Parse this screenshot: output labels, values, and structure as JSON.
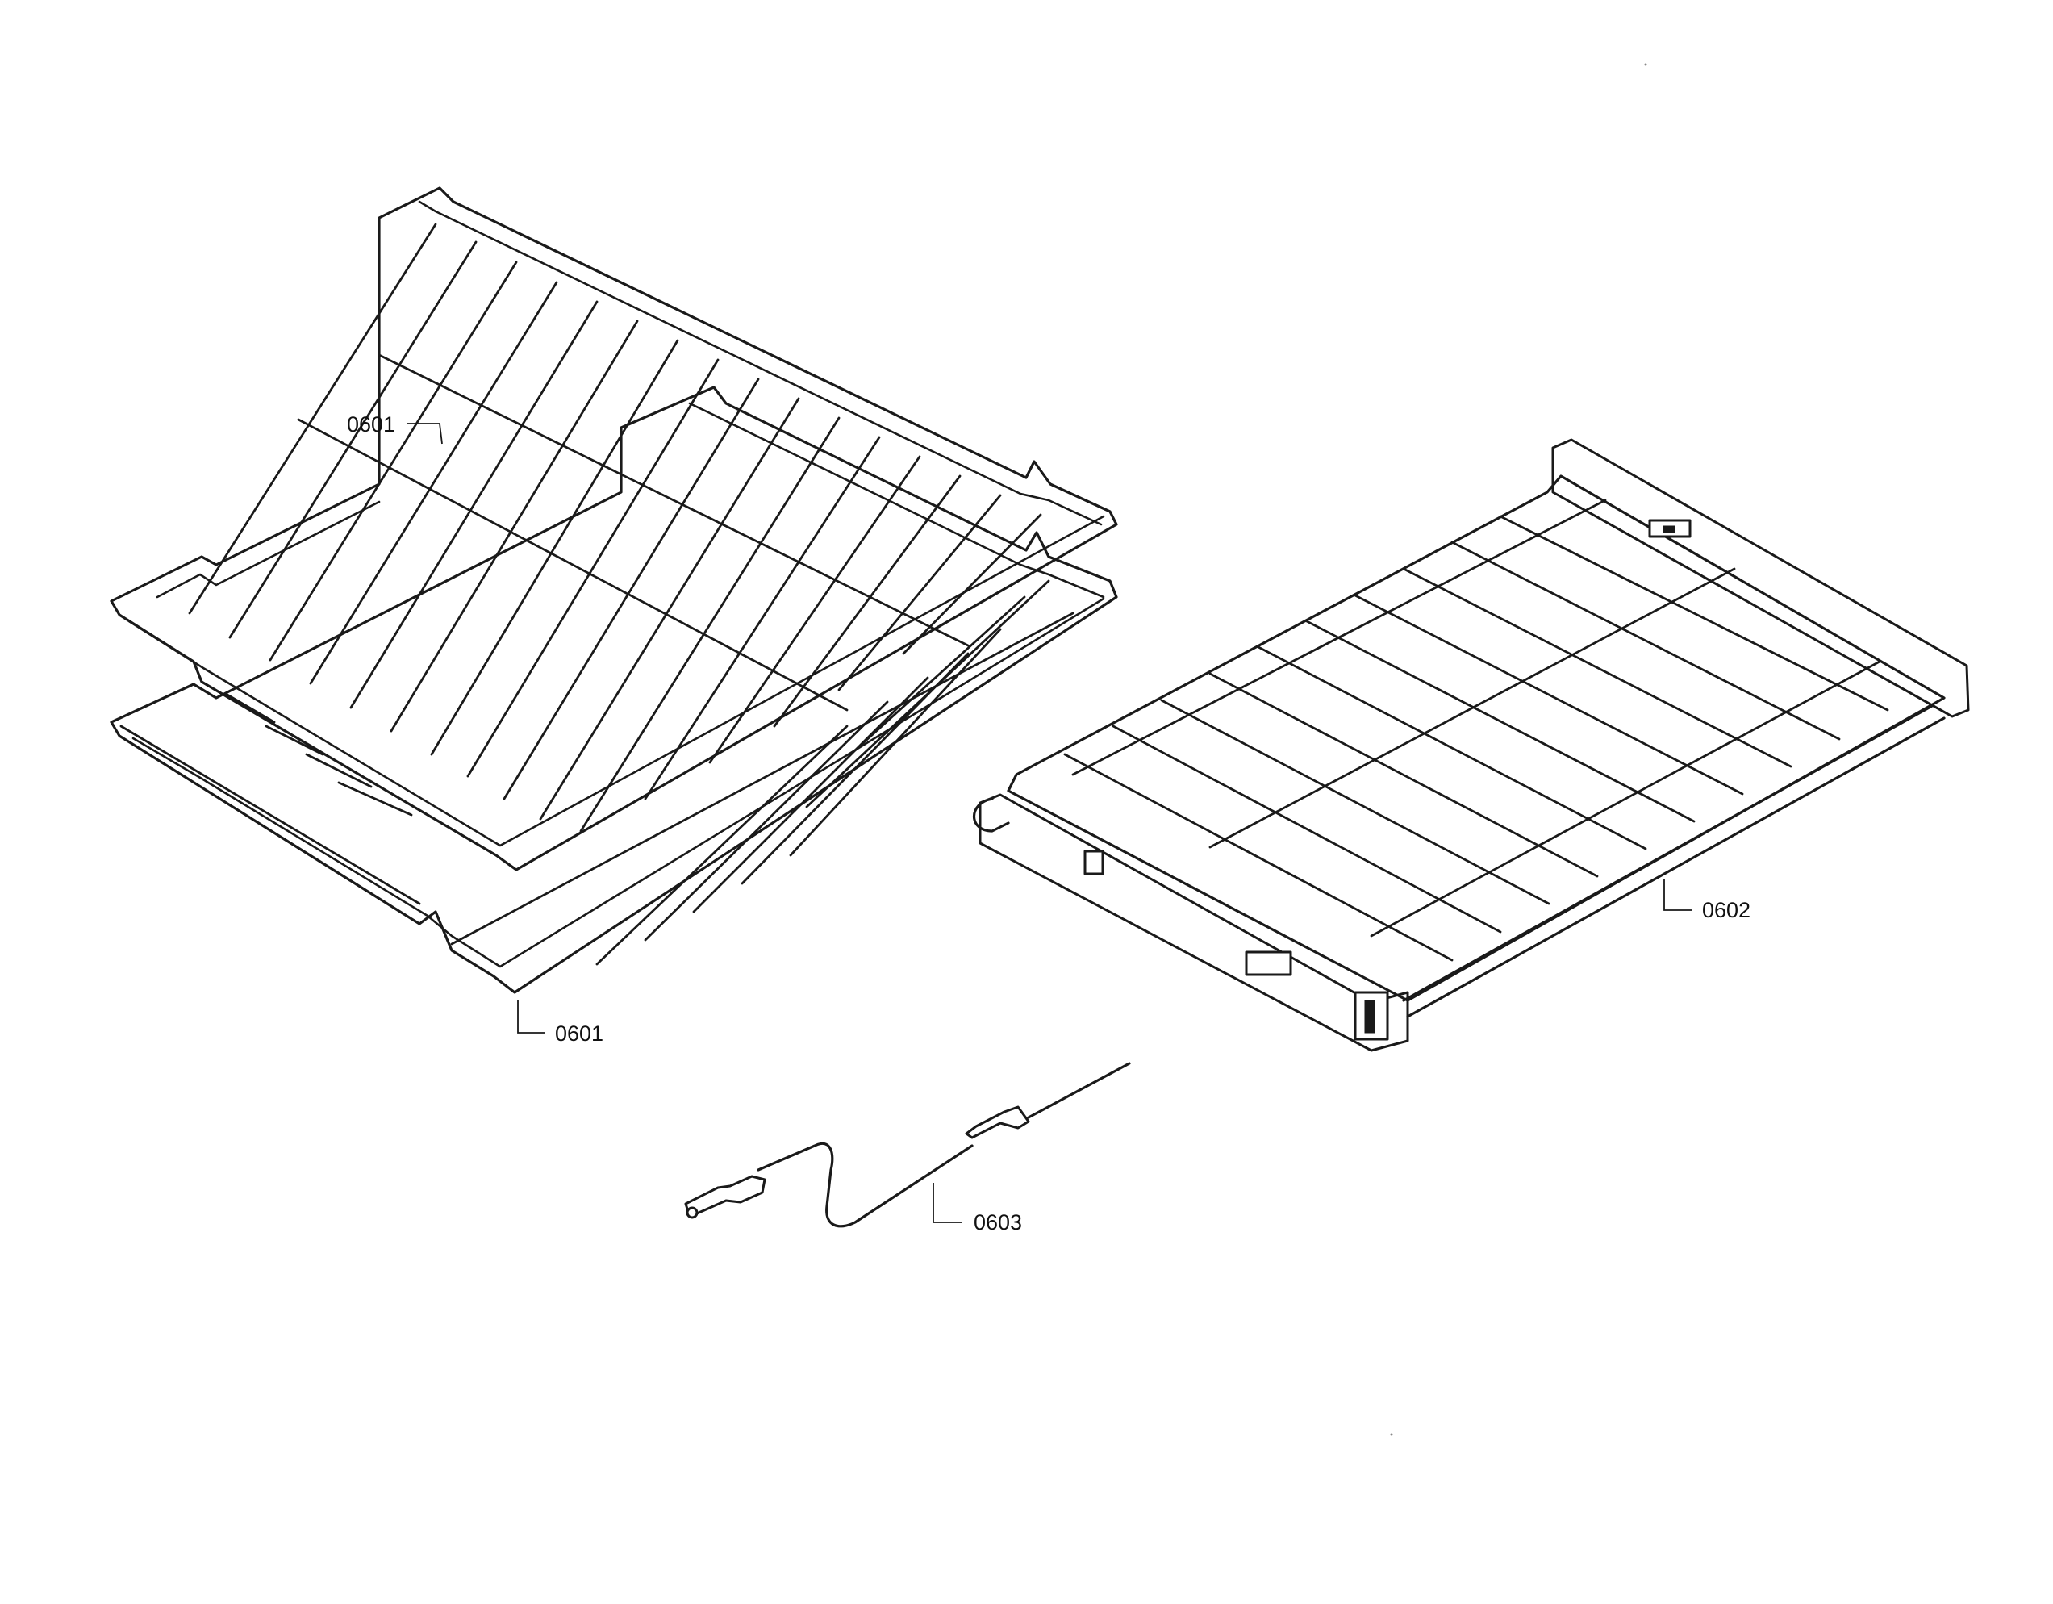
{
  "callouts": {
    "rack_upper": "0601",
    "rack_lower": "0601",
    "telescopic_rack": "0602",
    "meat_probe": "0603"
  },
  "colors": {
    "line": "#1a1a1a",
    "background": "#ffffff"
  }
}
